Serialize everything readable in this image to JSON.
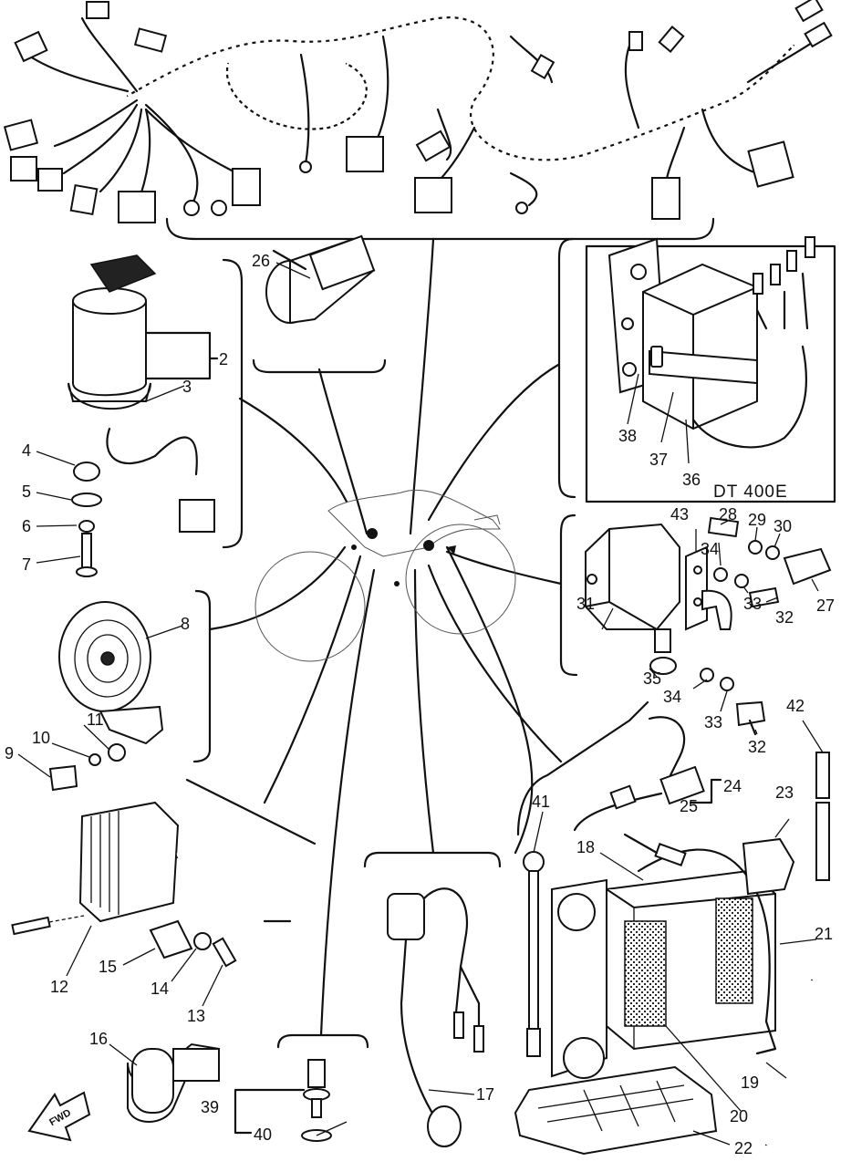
{
  "labels": {
    "l2": "2",
    "l3": "3",
    "l4": "4",
    "l5": "5",
    "l6": "6",
    "l7": "7",
    "l8": "8",
    "l9": "9",
    "l10": "10",
    "l11": "11",
    "l12": "12",
    "l13": "13",
    "l14": "14",
    "l15": "15",
    "l16": "16",
    "l17": "17",
    "l18": "18",
    "l19": "19",
    "l20": "20",
    "l21": "21",
    "l22": "22",
    "l23": "23",
    "l24": "24",
    "l25": "25",
    "l26": "26",
    "l27": "27",
    "l28": "28",
    "l29": "29",
    "l30": "30",
    "l31": "31",
    "l32a": "32",
    "l32b": "32",
    "l33a": "33",
    "l33b": "33",
    "l34a": "34",
    "l34b": "34",
    "l35": "35",
    "l36": "36",
    "l37": "37",
    "l38": "38",
    "l39": "39",
    "l40": "40",
    "l41": "41",
    "l42": "42",
    "l43": "43"
  },
  "model_caption": "DT 400E",
  "fwd_mark": "FWD"
}
